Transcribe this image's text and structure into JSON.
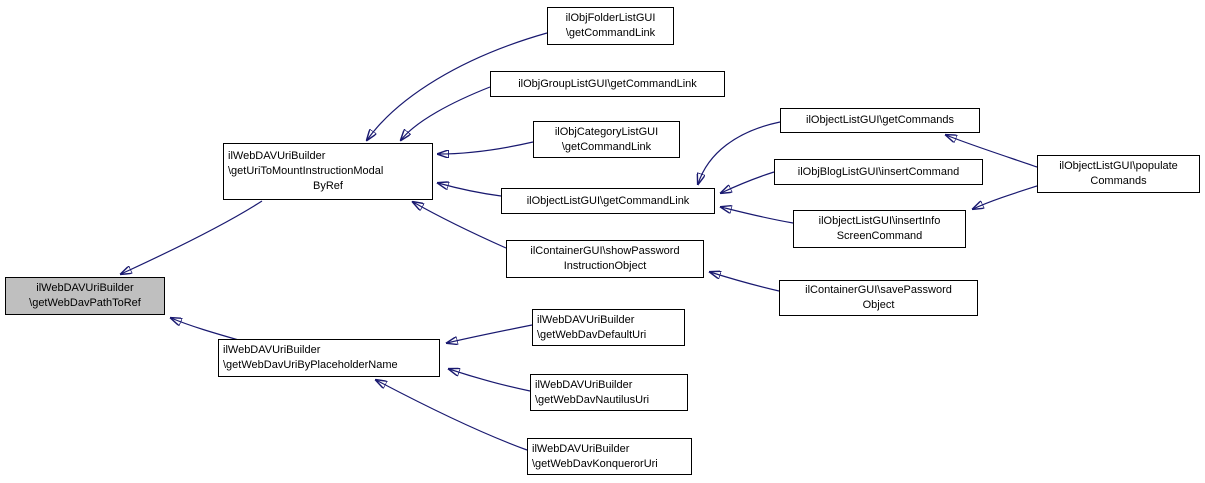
{
  "diagram": {
    "type": "caller-graph",
    "background_color": "#ffffff",
    "edge_color": "#191970",
    "node_border_color": "#000000",
    "node_fill_color": "#ffffff",
    "highlight_node_fill_color": "#bfbfbf"
  },
  "nodes": {
    "getWebDavPathToRef": {
      "label": "ilWebDAVUriBuilder\n\\getWebDavPathToRef"
    },
    "getUriToMountInstructionModalByRef": {
      "label": "ilWebDAVUriBuilder\n\\getUriToMountInstructionModal",
      "label2": "ByRef"
    },
    "folderGetCommandLink": {
      "label": "ilObjFolderListGUI\n\\getCommandLink"
    },
    "groupGetCommandLink": {
      "label": "ilObjGroupListGUI\\getCommandLink"
    },
    "categoryGetCommandLink": {
      "label": "ilObjCategoryListGUI\n\\getCommandLink"
    },
    "objectGetCommandLink": {
      "label": "ilObjectListGUI\\getCommandLink"
    },
    "showPasswordInstructionObject": {
      "label": "ilContainerGUI\\showPassword",
      "label2": "InstructionObject"
    },
    "getCommands": {
      "label": "ilObjectListGUI\\getCommands"
    },
    "blogInsertCommand": {
      "label": "ilObjBlogListGUI\\insertCommand"
    },
    "insertInfoScreenCommand": {
      "label": "ilObjectListGUI\\insertInfo",
      "label2": "ScreenCommand"
    },
    "populateCommands": {
      "label": "ilObjectListGUI\\populate",
      "label2": "Commands"
    },
    "savePasswordObject": {
      "label": "ilContainerGUI\\savePassword",
      "label2": "Object"
    },
    "getWebDavUriByPlaceholderName": {
      "label": "ilWebDAVUriBuilder\n\\getWebDavUriByPlaceholderName"
    },
    "getWebDavDefaultUri": {
      "label": "ilWebDAVUriBuilder\n\\getWebDavDefaultUri"
    },
    "getWebDavNautilusUri": {
      "label": "ilWebDAVUriBuilder\n\\getWebDavNautilusUri"
    },
    "getWebDavKonquerorUri": {
      "label": "ilWebDAVUriBuilder\n\\getWebDavKonquerorUri"
    }
  }
}
